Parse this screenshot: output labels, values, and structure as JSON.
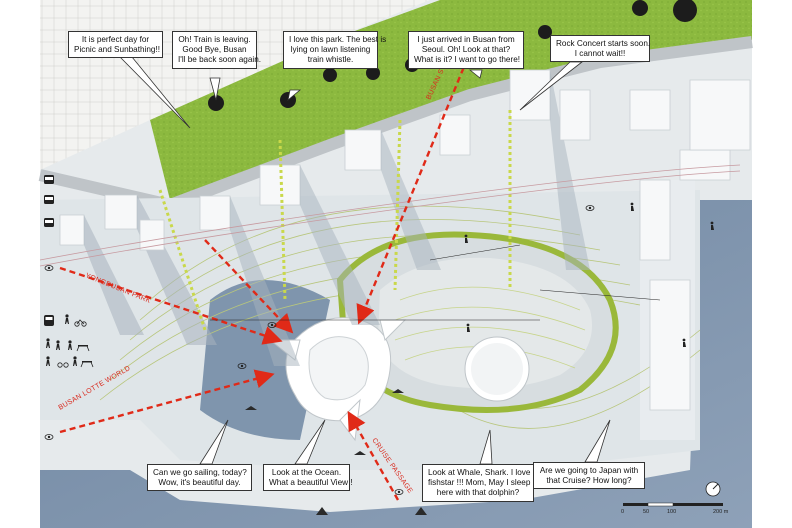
{
  "speech_bubbles": {
    "picnic": {
      "line1": "It is perfect day for",
      "line2": "Picnic and Sunbathing!!"
    },
    "train": {
      "line1": "Oh!  Train is leaving.",
      "line2": "Good Bye, Busan",
      "line3": "I'll be back soon again."
    },
    "park": {
      "line1": "I love this park. The best is",
      "line2": "lying on lawn listening",
      "line3": "train whistle."
    },
    "arrived": {
      "line1": "I just arrived in Busan from",
      "line2": "Seoul. Oh!  Look at that?",
      "line3": "What is it? I want to go there!"
    },
    "concert": {
      "line1": "Rock Concert starts soon.",
      "line2": "I cannot wait!!"
    },
    "sailing": {
      "line1": "Can we go sailing, today?",
      "line2": "Wow, it's beautiful day."
    },
    "ocean": {
      "line1": "Look at the Ocean.",
      "line2": "What a beautiful View !"
    },
    "whale": {
      "line1": "Look at Whale, Shark. I love",
      "line2": "fishstar !!!  Mom, May I sleep",
      "line3": "here with that dolphin?"
    },
    "japan": {
      "line1": "Are we going to Japan with",
      "line2": "that Cruise?  How long?"
    }
  },
  "street_labels": {
    "yongdusan": "YONGDUSAN PARK",
    "busan_lotte": "BUSAN LOTTE WORLD",
    "busan_station": "BUSAN STATION",
    "cruise_passage": "CRUISE PASSAGE"
  },
  "scale_bar": {
    "t0": "0",
    "t1": "50",
    "t2": "100",
    "t3": "200 m"
  },
  "colors": {
    "lawn": "#8cb93f",
    "concrete": "#dde3e7",
    "water": "#7f95ad",
    "viewline": "#e02a18",
    "hatch": "#c9d84a"
  },
  "icons": [
    "eye-icon",
    "bus-icon",
    "train-icon",
    "bicycle-icon",
    "pedestrian-icon",
    "dog-walker-icon",
    "picnic-table-icon",
    "compass-icon"
  ]
}
